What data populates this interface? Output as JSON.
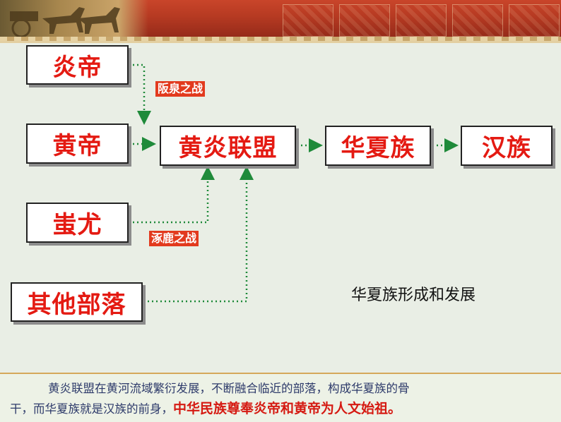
{
  "nodes": {
    "yandi": "炎帝",
    "huangdi": "黄帝",
    "chiyou": "蚩尤",
    "qita": "其他部落",
    "alliance": "黄炎联盟",
    "huaxia": "华夏族",
    "han": "汉族"
  },
  "battles": {
    "banquan": "阪泉之战",
    "zhuolu": "涿鹿之战"
  },
  "caption": "华夏族形成和发展",
  "footer": {
    "line1": "黄炎联盟在黄河流域繁衍发展，不断融合临近的部落，构成华夏族的骨",
    "line2": "干，而华夏族就是汉族的前身，",
    "line2_highlight": "中华民族尊奉炎帝和黄帝为人文始祖。"
  },
  "colors": {
    "node_text": "#e41a12",
    "arrow": "#1f8a3a",
    "battle_tag": "#e23a1e",
    "banner": "#b63a22"
  }
}
